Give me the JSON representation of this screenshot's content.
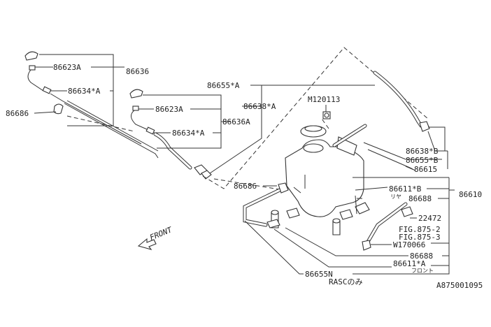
{
  "callouts": {
    "c86623A_1": "86623A",
    "c86636": "86636",
    "c86634A_1": "86634*A",
    "c86686_1": "86686",
    "c86623A_2": "86623A",
    "c86636A": "86636A",
    "c86634A_2": "86634*A",
    "c86655A": "86655*A",
    "c86638A": "86638*A",
    "cM120113": "M120113",
    "c86638B": "86638*B",
    "c86655B": "86655*B",
    "c86615": "86615",
    "c86686_2": "86686",
    "c86611B": "86611*B",
    "c_rear": "リヤ",
    "c86610": "86610",
    "c86688_1": "86688",
    "c22472": "22472",
    "cFIG875_2": "FIG.875-2",
    "cFIG875_3": "FIG.875-3",
    "cW170066": "W170066",
    "c86688_2": "86688",
    "c86611A": "86611*A",
    "c_front": "フロント",
    "c86655N": "86655N",
    "cRASC": "RASCのみ"
  },
  "front_label": "FRONT",
  "drawing_id": "A875001095"
}
